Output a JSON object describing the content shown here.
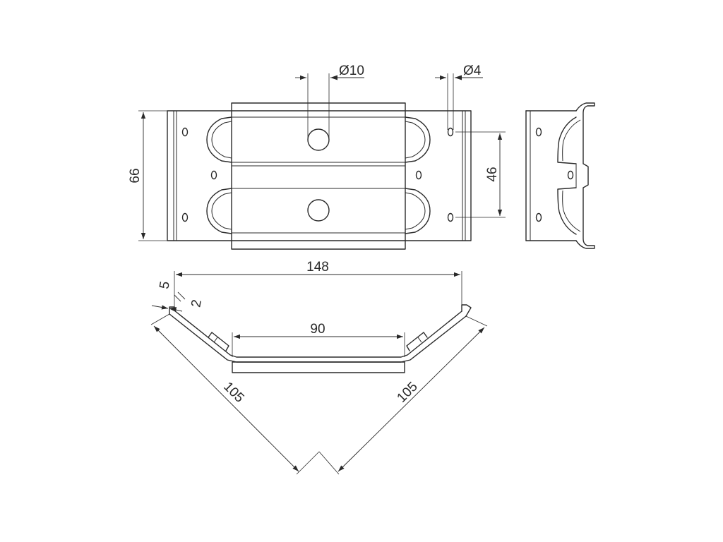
{
  "colors": {
    "line": "#2a2a2a",
    "background": "#ffffff"
  },
  "dimensions": {
    "hole_large": "Ø10",
    "hole_small": "Ø4",
    "height": "66",
    "hole_spacing": "46",
    "total_width": "148",
    "inner_width": "90",
    "flange_width": "5",
    "thickness": "2",
    "leg_left": "105",
    "leg_right": "105"
  }
}
